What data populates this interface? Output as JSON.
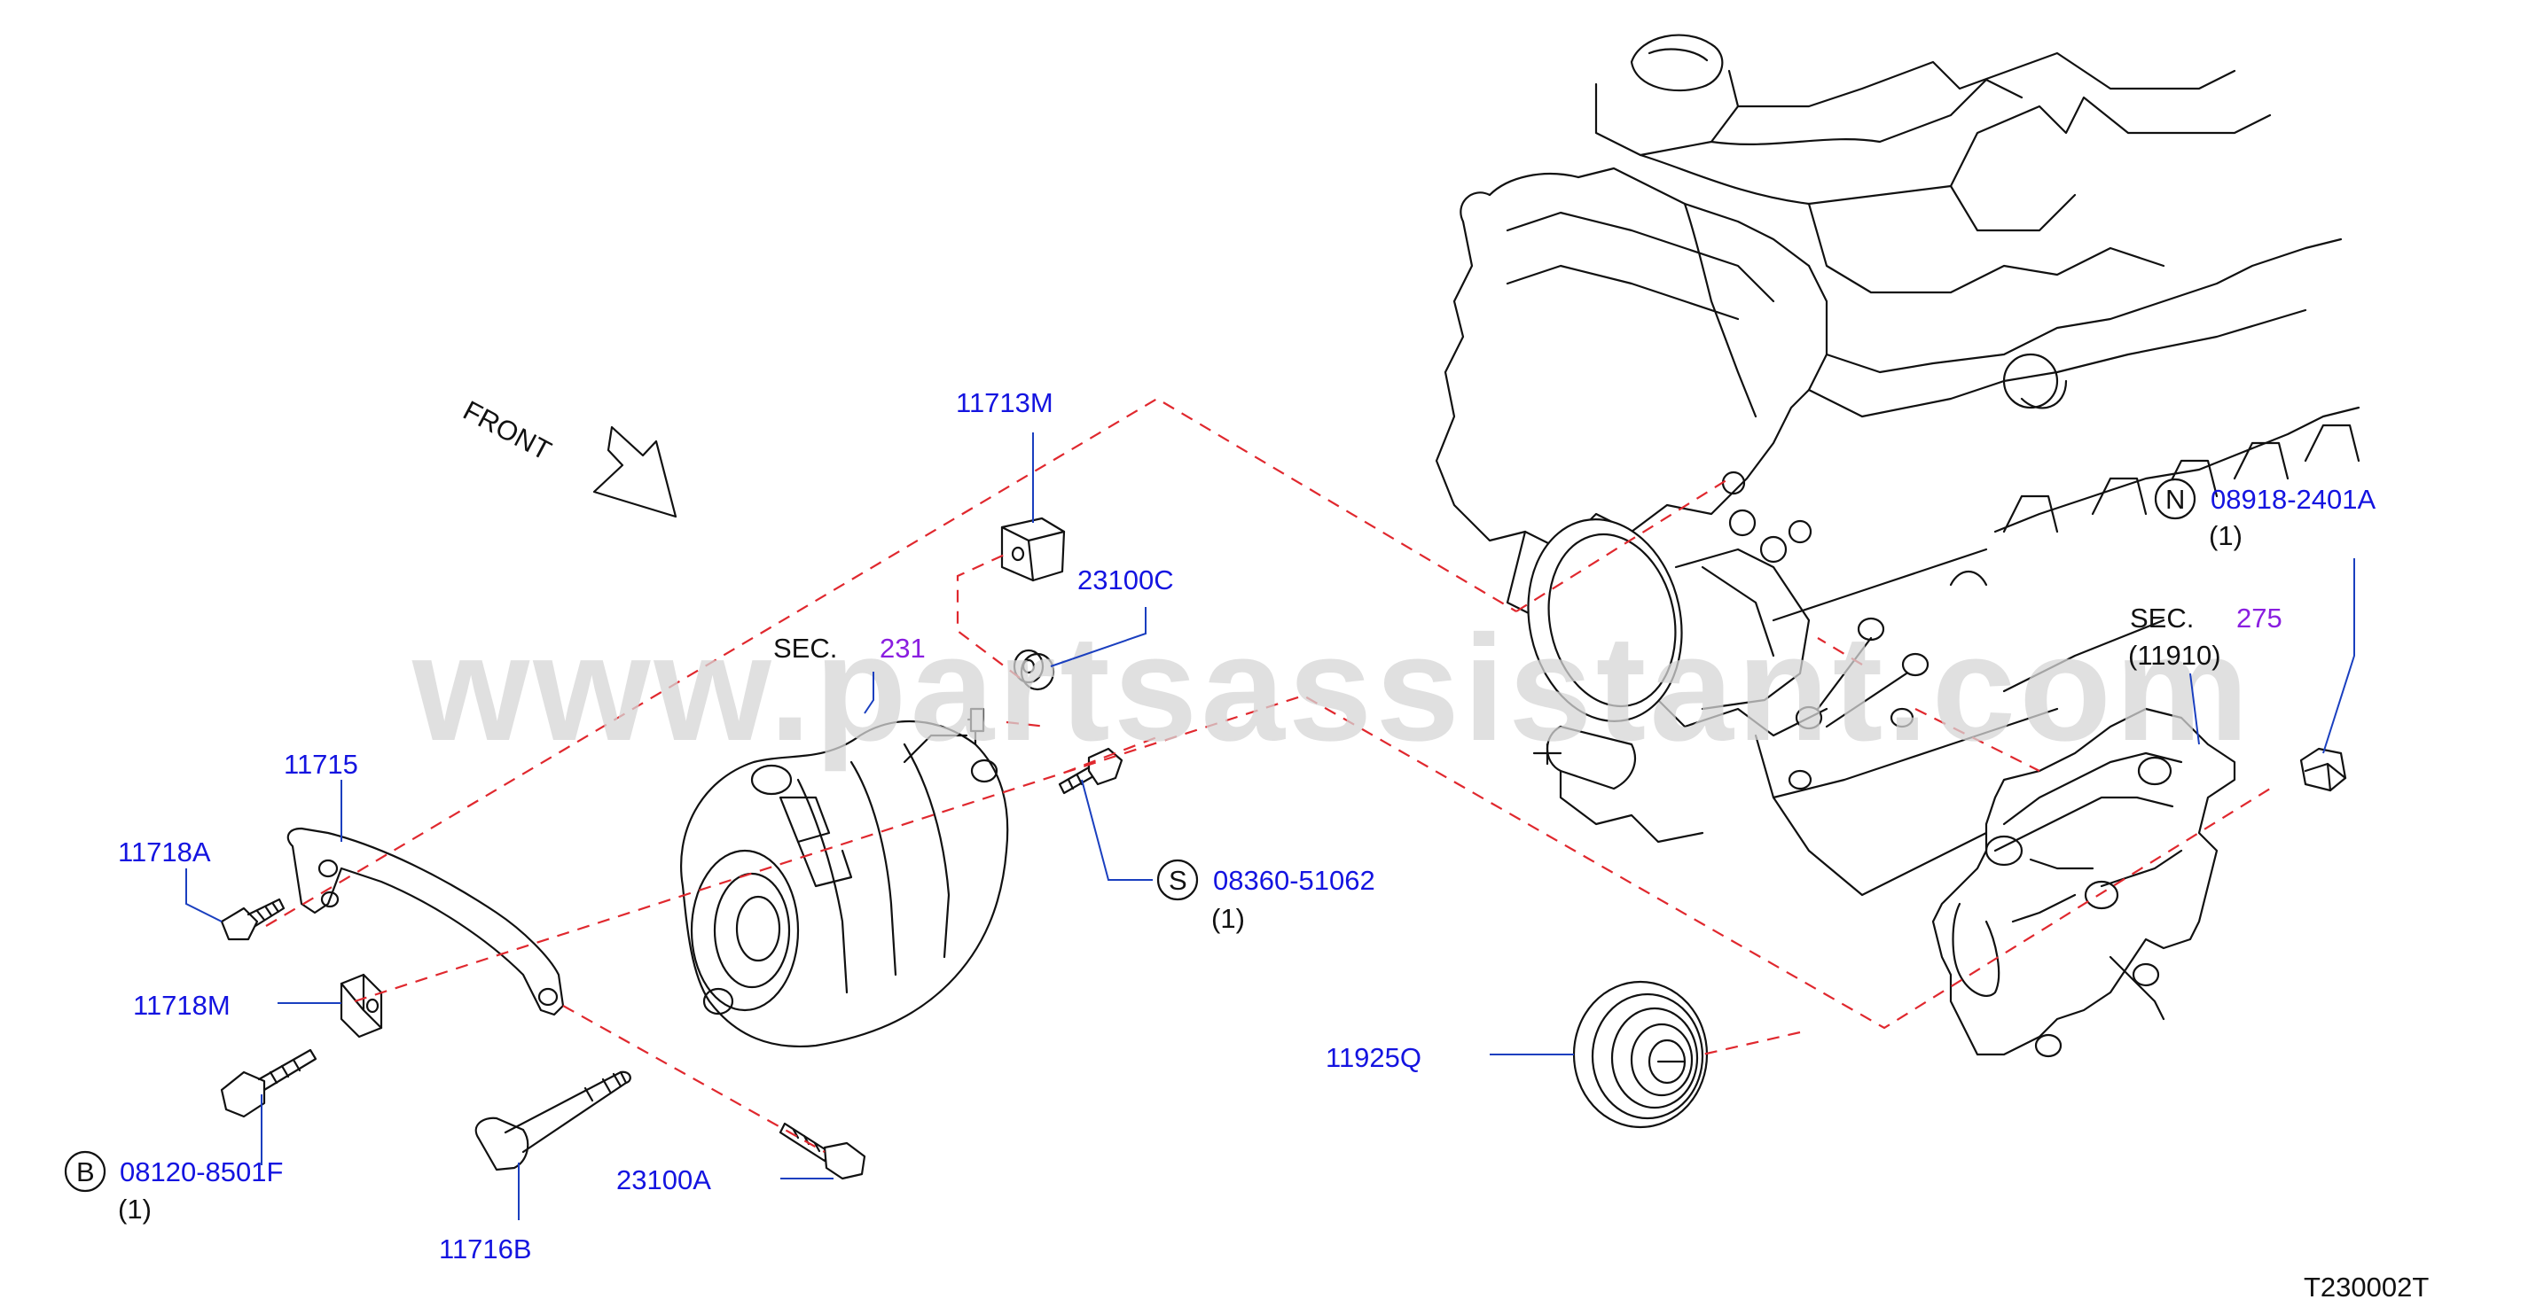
{
  "watermark": "www.partsassistant.com",
  "diagram_code": "T230002T",
  "front_label": "FRONT",
  "callouts": {
    "p11713M": "11713M",
    "p23100C": "23100C",
    "sec231_prefix": "SEC.",
    "sec231_num": "231",
    "p11715": "11715",
    "p11718A": "11718A",
    "p11718M": "11718M",
    "p08120_symbol": "B",
    "p08120": "08120-8501F",
    "p08120_qty": "(1)",
    "p11716B": "11716B",
    "p23100A": "23100A",
    "p08360_symbol": "S",
    "p08360": "08360-51062",
    "p08360_qty": "(1)",
    "p11925Q": "11925Q",
    "p08918_symbol": "N",
    "p08918": "08918-2401A",
    "p08918_qty": "(1)",
    "sec275_prefix": "SEC.",
    "sec275_num": "275",
    "sec275_sub": "(11910)"
  },
  "colors": {
    "part_number": "#1414e0",
    "section_ref": "#8a1ee0",
    "dashed_line": "#e0282e",
    "watermark": "#d6d6d6"
  }
}
